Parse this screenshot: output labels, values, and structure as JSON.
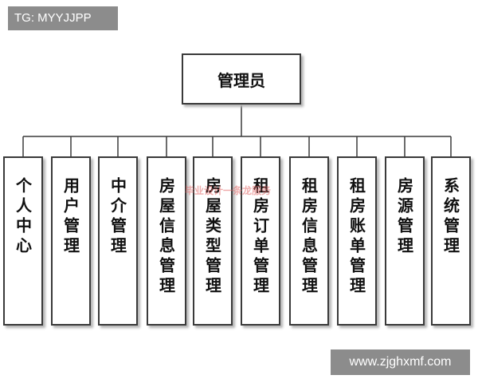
{
  "watermark_tag": "TG: MYYJJPP",
  "site_url": "www.zjghxmf.com",
  "root": {
    "label": "管理员"
  },
  "modules": [
    {
      "label": "个人中心"
    },
    {
      "label": "用户管理"
    },
    {
      "label": "中介管理"
    },
    {
      "label": "房屋信息管理"
    },
    {
      "label": "房屋类型管理"
    },
    {
      "label": "租房订单管理"
    },
    {
      "label": "租房信息管理"
    },
    {
      "label": "租房账单管理"
    },
    {
      "label": "房源管理"
    },
    {
      "label": "系统管理"
    }
  ],
  "faint_watermark": "毕业设计一条龙服务"
}
